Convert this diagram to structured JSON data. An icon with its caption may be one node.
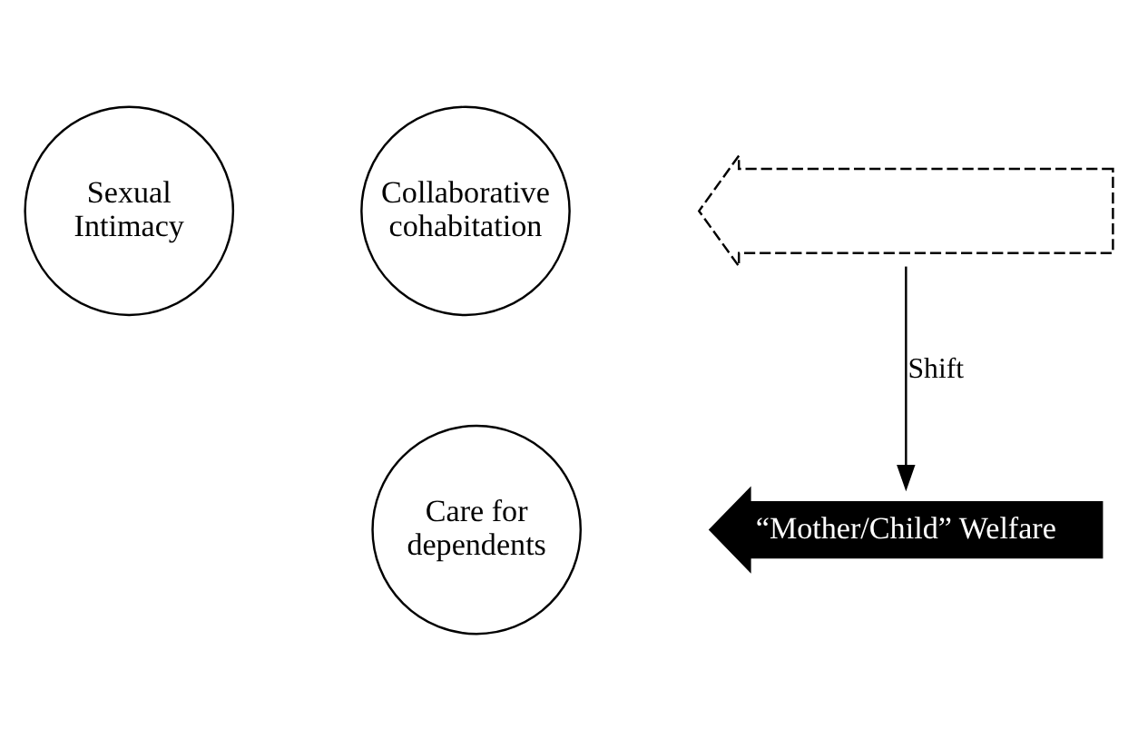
{
  "diagram": {
    "nodes": [
      {
        "text": [
          "Sexual Intimacy"
        ]
      },
      {
        "text": [
          "Collaborative cohabitation"
        ]
      },
      {
        "text": [
          "Care for dependents"
        ]
      },
      {
        "text": [],
        "shape": "arrow"
      },
      {
        "text": [
          "“Mother/Child” Welfare"
        ]
      }
    ],
    "edges": [
      {
        "from": 3,
        "to": 4,
        "label": "Shift",
        "arrow": "to"
      }
    ]
  }
}
